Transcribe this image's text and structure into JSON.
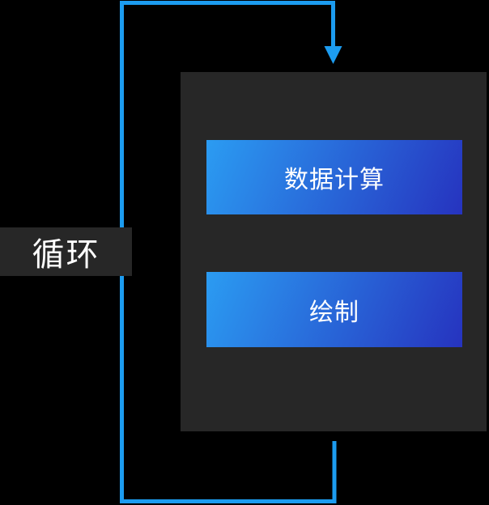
{
  "diagram": {
    "loop_label": "循环",
    "nodes": [
      {
        "label": "数据计算"
      },
      {
        "label": "绘制"
      }
    ]
  },
  "colors": {
    "background": "#000000",
    "panel_fill": "#272727",
    "loop_line": "#1C9CF0",
    "node_gradient_start": "#2B9CF2",
    "node_gradient_end": "#2633BF",
    "label_text": "#FFFFFF"
  }
}
